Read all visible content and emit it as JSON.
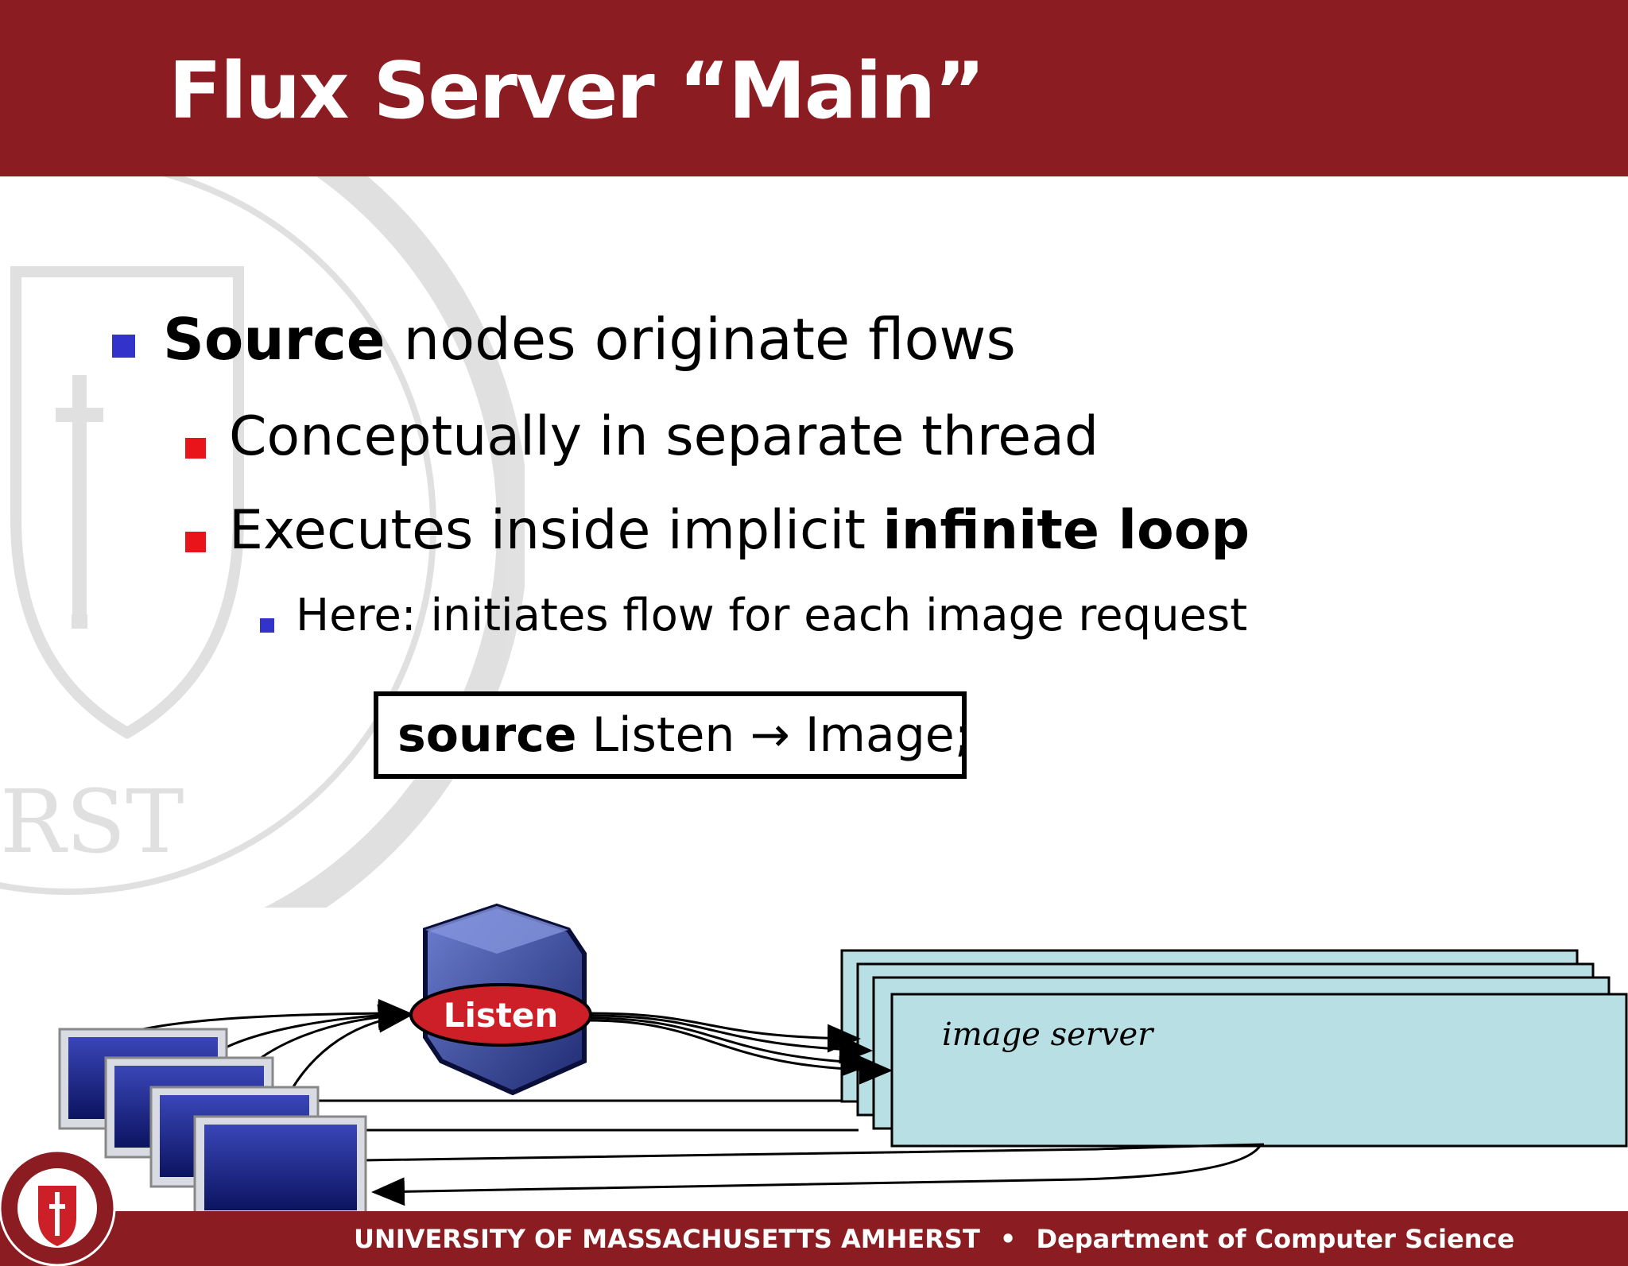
{
  "slide": {
    "title": "Flux Server “Main”",
    "bullets": {
      "b1_bold": "Source",
      "b1_rest": " nodes originate flows",
      "b2": "Conceptually in separate thread",
      "b3_plain": "Executes inside implicit ",
      "b3_bold": "infinite loop",
      "b4": "Here: initiates flow for each image request"
    },
    "code": {
      "keyword": "source",
      "rest": " Listen → Image;"
    },
    "diagram": {
      "node_label": "Listen",
      "server_label": "image server"
    },
    "footer": {
      "university": "UNIVERSITY OF MASSACHUSETTS AMHERST",
      "separator": "•",
      "department": "Department of Computer Science"
    },
    "colors": {
      "header": "#8b1c21",
      "bullet_level1": "#3333cc",
      "bullet_level2": "#e8141a",
      "server_box": "#b8e0e4",
      "listen_ellipse": "#cc1f28"
    }
  }
}
